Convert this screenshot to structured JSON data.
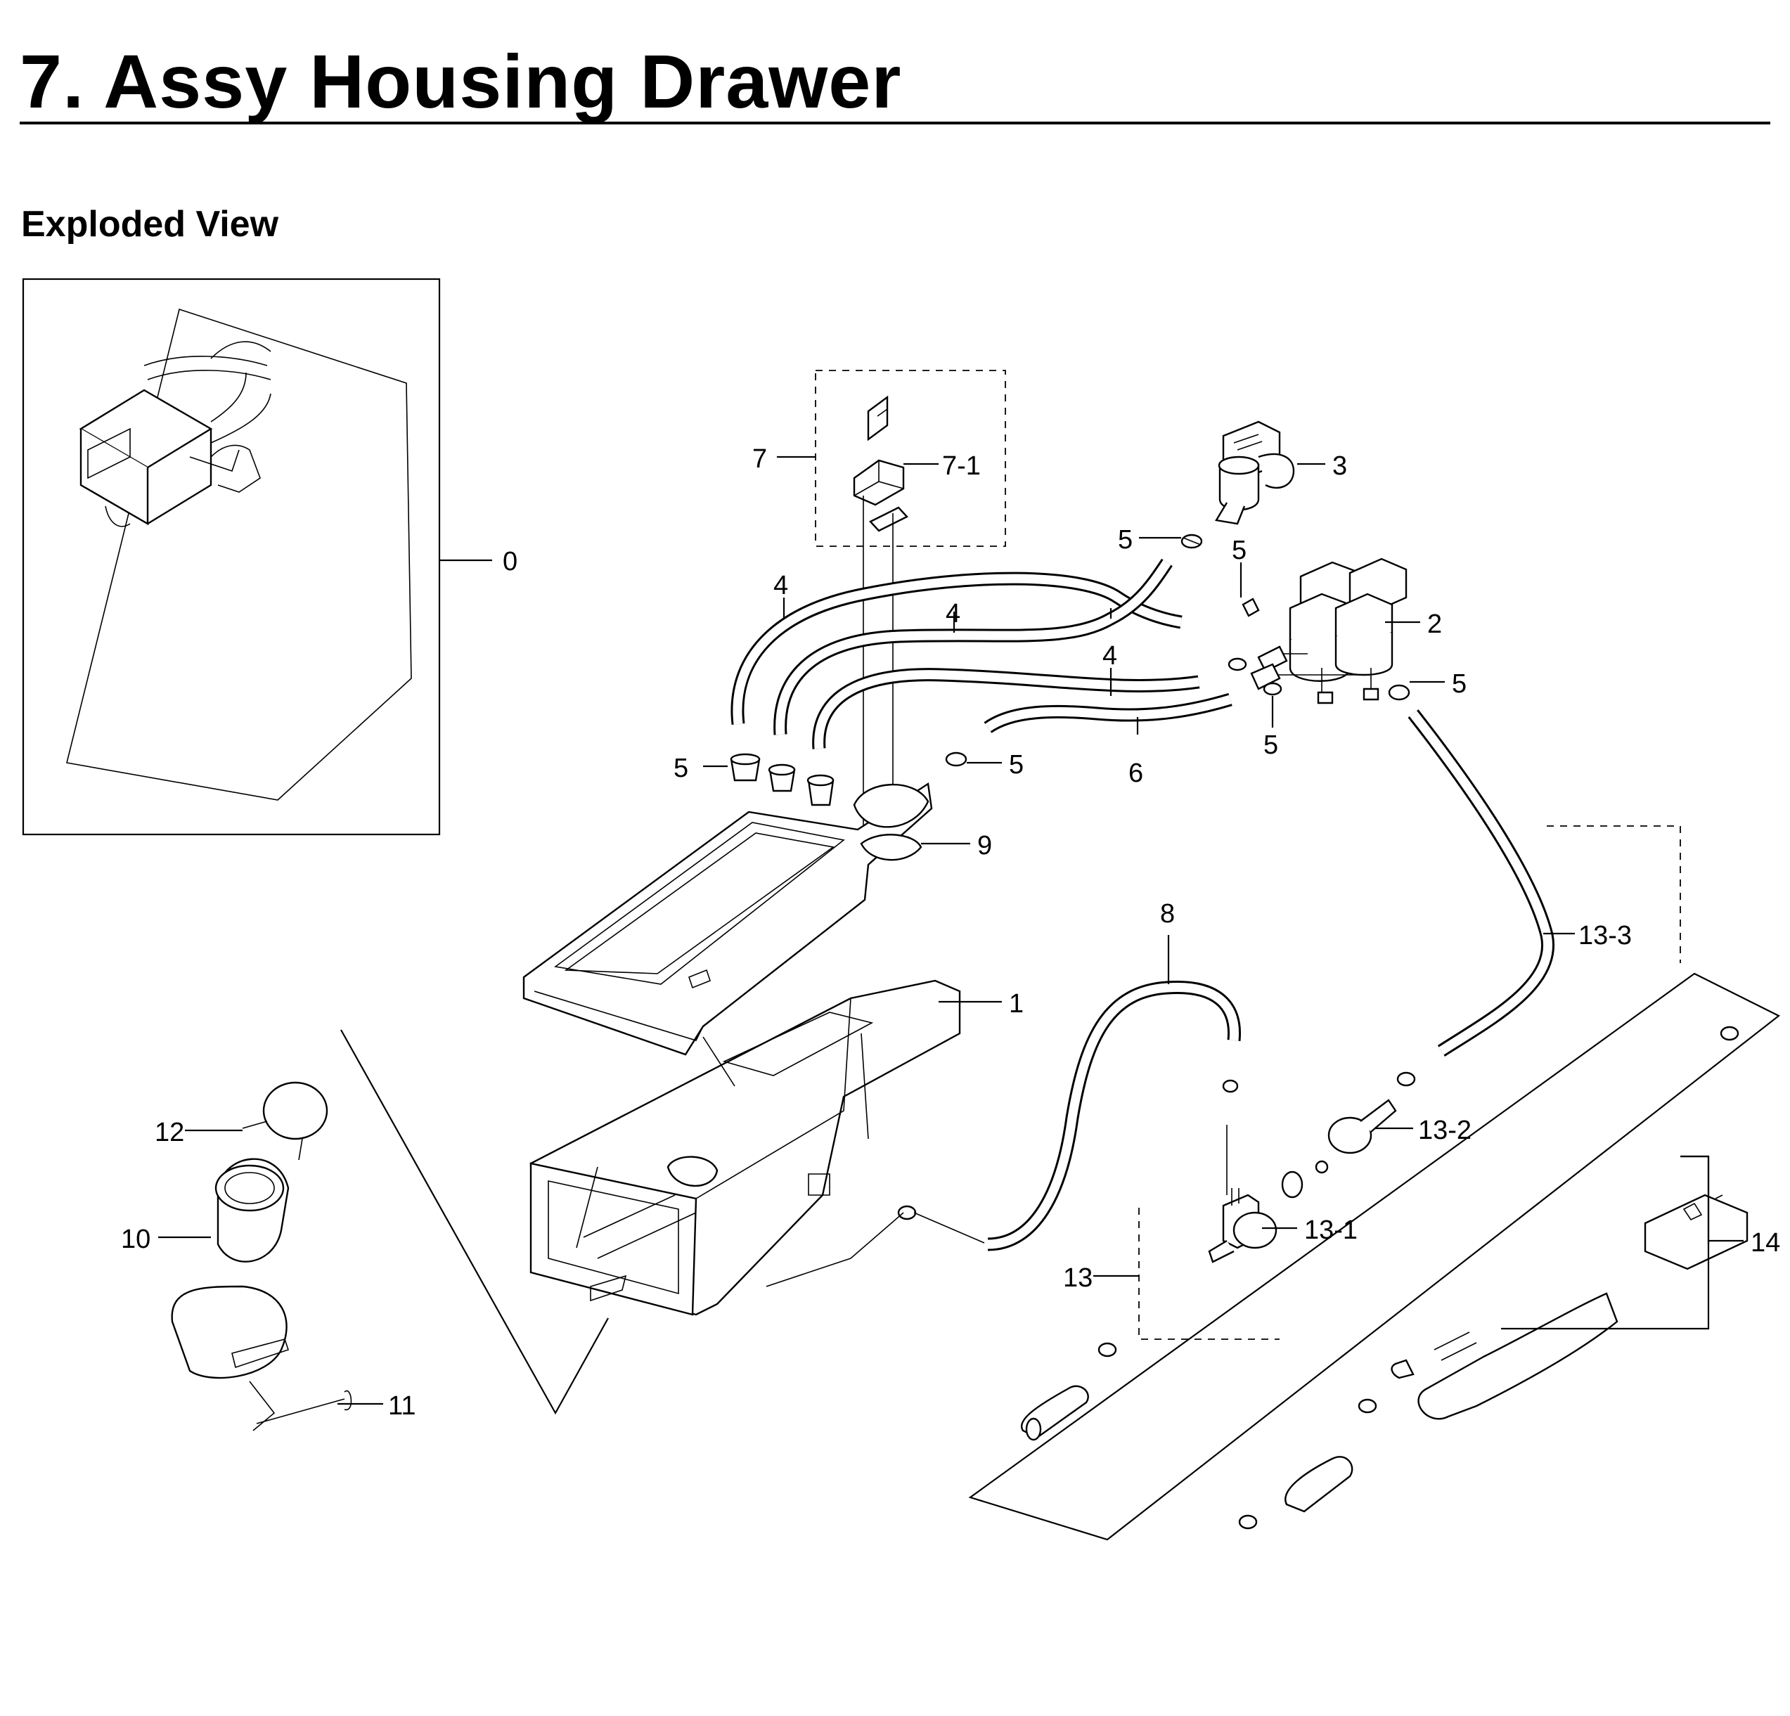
{
  "header": {
    "title": "7.  Assy Housing Drawer",
    "subtitle": "Exploded View"
  },
  "callouts": [
    {
      "id": "c0",
      "label": "0"
    },
    {
      "id": "c1",
      "label": "1"
    },
    {
      "id": "c2",
      "label": "2"
    },
    {
      "id": "c3",
      "label": "3"
    },
    {
      "id": "c4a",
      "label": "4"
    },
    {
      "id": "c4b",
      "label": "4"
    },
    {
      "id": "c4c",
      "label": "4"
    },
    {
      "id": "c5a",
      "label": "5"
    },
    {
      "id": "c5b",
      "label": "5"
    },
    {
      "id": "c5c",
      "label": "5"
    },
    {
      "id": "c5d",
      "label": "5"
    },
    {
      "id": "c5e",
      "label": "5"
    },
    {
      "id": "c5f",
      "label": "5"
    },
    {
      "id": "c6",
      "label": "6"
    },
    {
      "id": "c7",
      "label": "7"
    },
    {
      "id": "c7-1",
      "label": "7-1"
    },
    {
      "id": "c8",
      "label": "8"
    },
    {
      "id": "c9",
      "label": "9"
    },
    {
      "id": "c10",
      "label": "10"
    },
    {
      "id": "c11",
      "label": "11"
    },
    {
      "id": "c12",
      "label": "12"
    },
    {
      "id": "c13",
      "label": "13"
    },
    {
      "id": "c13-1",
      "label": "13-1"
    },
    {
      "id": "c13-2",
      "label": "13-2"
    },
    {
      "id": "c13-3",
      "label": "13-3"
    },
    {
      "id": "c14",
      "label": "14"
    }
  ]
}
